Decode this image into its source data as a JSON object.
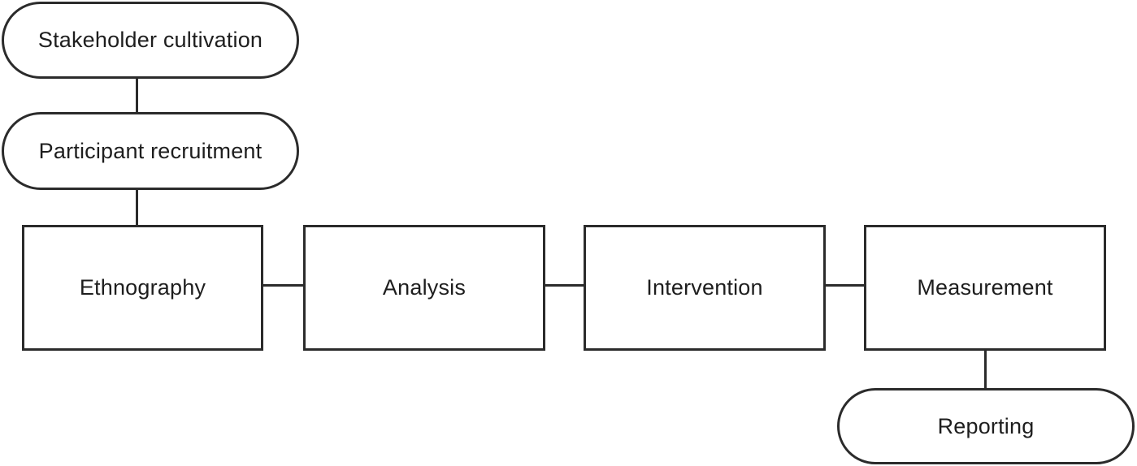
{
  "nodes": {
    "stakeholder_cultivation": "Stakeholder cultivation",
    "participant_recruitment": "Participant recruitment",
    "ethnography": "Ethnography",
    "analysis": "Analysis",
    "intervention": "Intervention",
    "measurement": "Measurement",
    "reporting": "Reporting"
  },
  "colors": {
    "stroke": "#2b2b2b",
    "text": "#1e1e1e",
    "background": "#ffffff"
  }
}
